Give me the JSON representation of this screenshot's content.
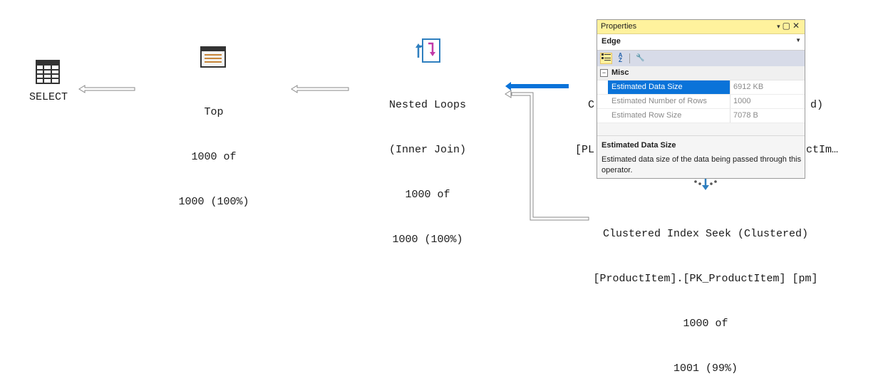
{
  "plan": {
    "select": {
      "label": "SELECT"
    },
    "top": {
      "line1": "Top",
      "line2": "1000 of",
      "line3": "1000 (100%)"
    },
    "nested_loops": {
      "line1": "Nested Loops",
      "line2": "(Inner Join)",
      "line3": "1000 of",
      "line4": "1000 (100%)"
    },
    "upper_scan": {
      "line1_left": "C",
      "line1_right": "d)",
      "line2_left": "[PL",
      "line2_right": "ctIm…"
    },
    "seek": {
      "line1": "Clustered Index Seek (Clustered)",
      "line2": "[ProductItem].[PK_ProductItem] [pm]",
      "line3": "1000 of",
      "line4": "1001 (99%)"
    }
  },
  "properties": {
    "title": "Properties",
    "title_buttons": "▾ ▢ ✕",
    "object": "Edge",
    "category": "Misc",
    "rows": [
      {
        "name": "Estimated Data Size",
        "value": "6912 KB"
      },
      {
        "name": "Estimated Number of Rows",
        "value": "1000"
      },
      {
        "name": "Estimated Row Size",
        "value": "7078 B"
      }
    ],
    "description_title": "Estimated Data Size",
    "description_text": "Estimated data size of the data being passed through this operator."
  },
  "colors": {
    "accent": "#0a73d9",
    "title_bar": "#fff29d",
    "arrow_selected": "#0a73d9"
  }
}
